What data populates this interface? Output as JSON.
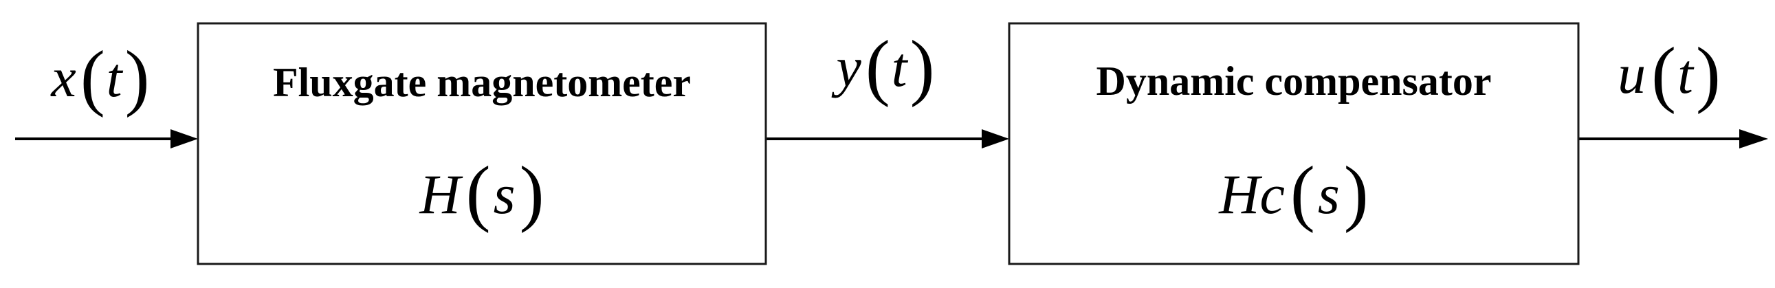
{
  "signals": {
    "input": {
      "var": "x",
      "arg": "t"
    },
    "intermediate": {
      "var": "y",
      "arg": "t"
    },
    "output": {
      "var": "u",
      "arg": "t"
    }
  },
  "blocks": [
    {
      "title": "Fluxgate magnetometer",
      "tf": {
        "name": "H",
        "arg": "s"
      }
    },
    {
      "title": "Dynamic compensator",
      "tf": {
        "name": "Hc",
        "arg": "s"
      }
    }
  ]
}
